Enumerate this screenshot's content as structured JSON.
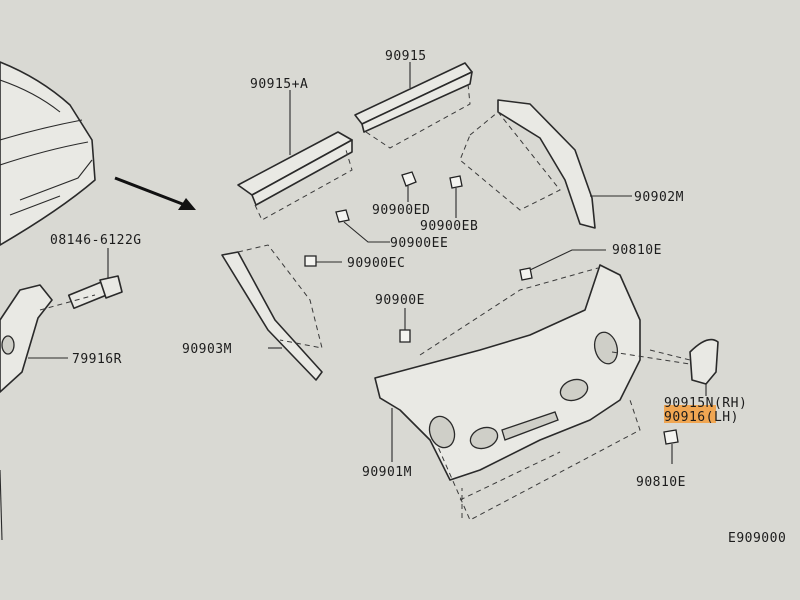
{
  "labels": {
    "p90915": "90915",
    "p90915A": "90915+A",
    "p90902M": "90902M",
    "p90900ED": "90900ED",
    "p90900EB": "90900EB",
    "p90900EE": "90900EE",
    "p90900EC": "90900EC",
    "p08146": "08146-6122G",
    "p90810E_top": "90810E",
    "p90900E": "90900E",
    "p79916R": "79916R",
    "p90903M": "90903M",
    "p90915N": "90915N(RH)",
    "p90916": "90916(LH)",
    "p90901M": "90901M",
    "p90810E_bottom": "90810E",
    "figure_code": "E909000"
  },
  "colors": {
    "background": "#d9d9d3",
    "line": "#2a2a2a",
    "highlight": "#f39c3b"
  }
}
